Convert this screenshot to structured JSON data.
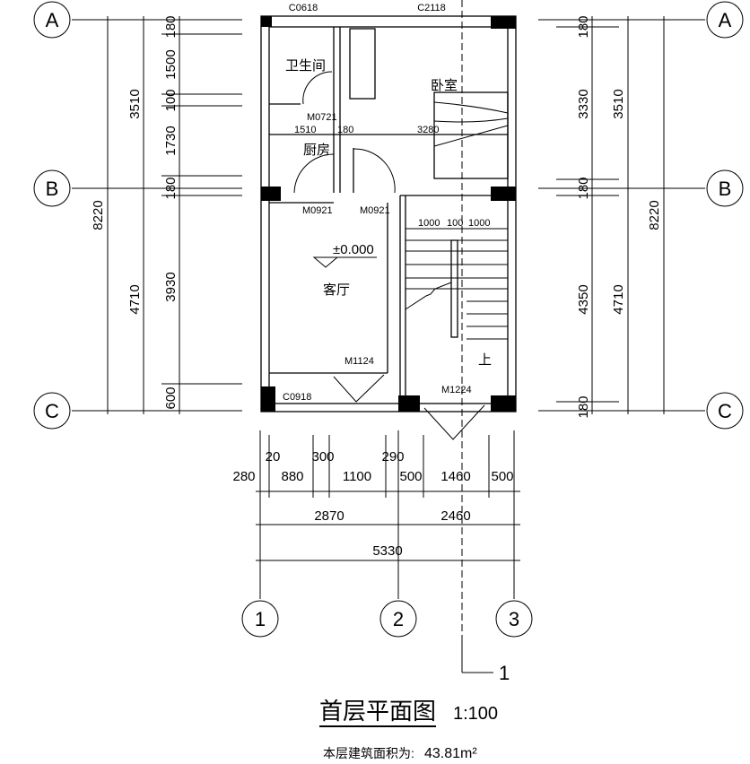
{
  "axes": {
    "rows": [
      "A",
      "B",
      "C"
    ],
    "cols": [
      "1",
      "2",
      "3"
    ]
  },
  "left_dims": {
    "inner": [
      "180",
      "1500",
      "100",
      "1730",
      "180",
      "3930",
      "600"
    ],
    "middle": [
      "3510",
      "4710"
    ],
    "total": "8220"
  },
  "right_dims": {
    "inner": [
      "180",
      "3330",
      "180",
      "4350",
      "180"
    ],
    "middle": [
      "3510",
      "4710"
    ],
    "total": "8220"
  },
  "bottom_dims": {
    "detail": [
      "280",
      "20",
      "880",
      "300",
      "1100",
      "290",
      "500",
      "1460",
      "500"
    ],
    "middle": [
      "2870",
      "2460"
    ],
    "total": "5330"
  },
  "interior_dims": [
    "1510",
    "180",
    "3280"
  ],
  "stair_dims": [
    "1000",
    "100",
    "1000"
  ],
  "rooms": {
    "bathroom": "卫生间",
    "bedroom": "卧室",
    "kitchen": "厨房",
    "living": "客厅",
    "stair_up": "上"
  },
  "openings": {
    "w1": "C0618",
    "w2": "C2118",
    "d1": "M0721",
    "d2": "M0921",
    "d3": "M0921",
    "d4": "M1124",
    "w3": "C0918",
    "d5": "M1224"
  },
  "elevation": "±0.000",
  "section_mark": "1",
  "title": "首层平面图",
  "scale": "1:100",
  "area_label": "本层建筑面积为:",
  "area_value": "43.81m²"
}
